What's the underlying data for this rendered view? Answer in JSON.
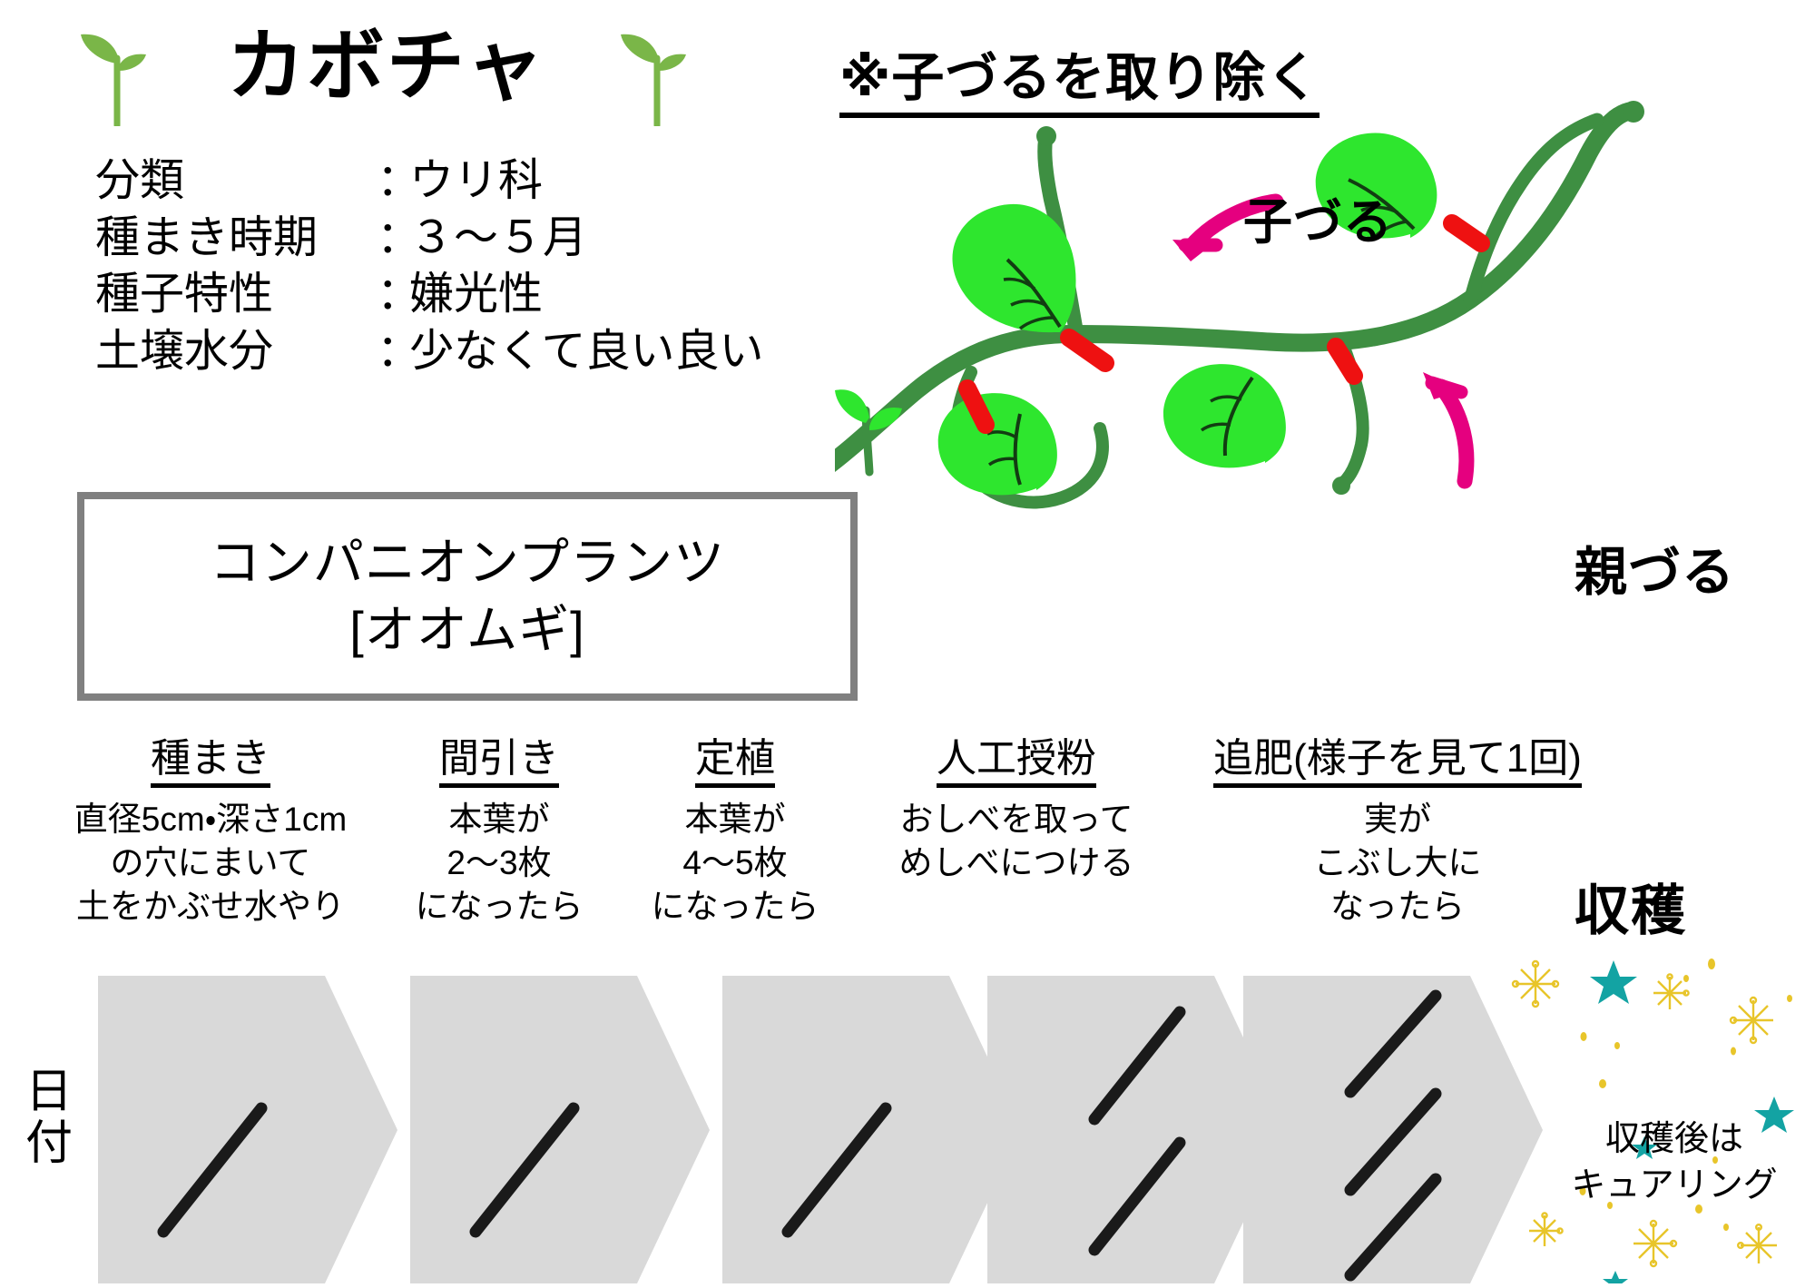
{
  "title": {
    "text": "カボチャ",
    "sprout_icon": "sprout-icon"
  },
  "note_heading": "※子づるを取り除く",
  "spec_list": [
    {
      "label": "分類",
      "colon": "：",
      "value": "ウリ科"
    },
    {
      "label": "種まき時期",
      "colon": "：",
      "value": "３〜５月"
    },
    {
      "label": "種子特性",
      "colon": "：",
      "value": "嫌光性"
    },
    {
      "label": "土壌水分",
      "colon": "：",
      "value": "少なくて良い良い"
    }
  ],
  "companion": {
    "line1": "コンパニオンプランツ",
    "line2": "[オオムギ]",
    "border_color": "#808080"
  },
  "diagram": {
    "labels": {
      "child_vine": "子づる",
      "parent_vine": "親づる"
    },
    "colors": {
      "stem": "#3e8f42",
      "leaf": "#2ee62e",
      "cut_mark": "#ee1111",
      "arrow": "#e5007f"
    }
  },
  "stages": [
    {
      "title": "種まき",
      "body": "直径5cm・深さ1cm\nの穴にまいて\n土をかぶせ水やり"
    },
    {
      "title": "間引き",
      "body": "本葉が\n2〜3枚\nになったら"
    },
    {
      "title": "定植",
      "body": "本葉が\n4〜5枚\nになったら"
    },
    {
      "title": "人工授粉",
      "body": "おしべを取って\nめしべにつける"
    },
    {
      "title": "追肥(様子を見て1回)",
      "body": "実が\nこぶし大に\nなったら"
    }
  ],
  "harvest_label": "収穫",
  "date_label": "日\n付",
  "cure_note": "収穫後は\nキュアリング",
  "arrow_boxes": [
    {
      "slashes": 1
    },
    {
      "slashes": 1
    },
    {
      "slashes": 1
    },
    {
      "slashes": 2
    },
    {
      "slashes": 3
    }
  ],
  "colors": {
    "arrow_fill": "#d9d9d9",
    "slash": "#1a1a1a",
    "sparkle_gold": "#e8c52a",
    "sparkle_teal": "#13a3a3"
  }
}
